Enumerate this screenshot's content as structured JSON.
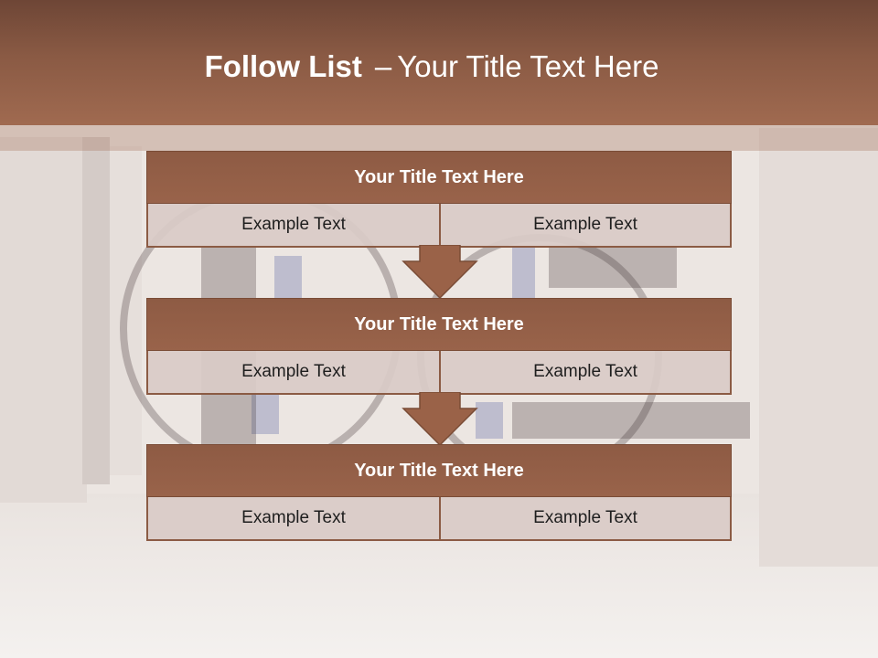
{
  "slide": {
    "title_bold": "Follow List",
    "title_dash": "–",
    "title_rest": "Your Title Text Here"
  },
  "blocks": [
    {
      "title": "Your Title Text Here",
      "cells": [
        "Example Text",
        "Example Text"
      ]
    },
    {
      "title": "Your Title Text Here",
      "cells": [
        "Example Text",
        "Example Text"
      ]
    },
    {
      "title": "Your Title Text Here",
      "cells": [
        "Example Text",
        "Example Text"
      ]
    }
  ],
  "colors": {
    "header": "#8a5a44",
    "block_title": "#99634a",
    "cell_bg": "#d9cbc7",
    "arrow": "#9a6248"
  }
}
